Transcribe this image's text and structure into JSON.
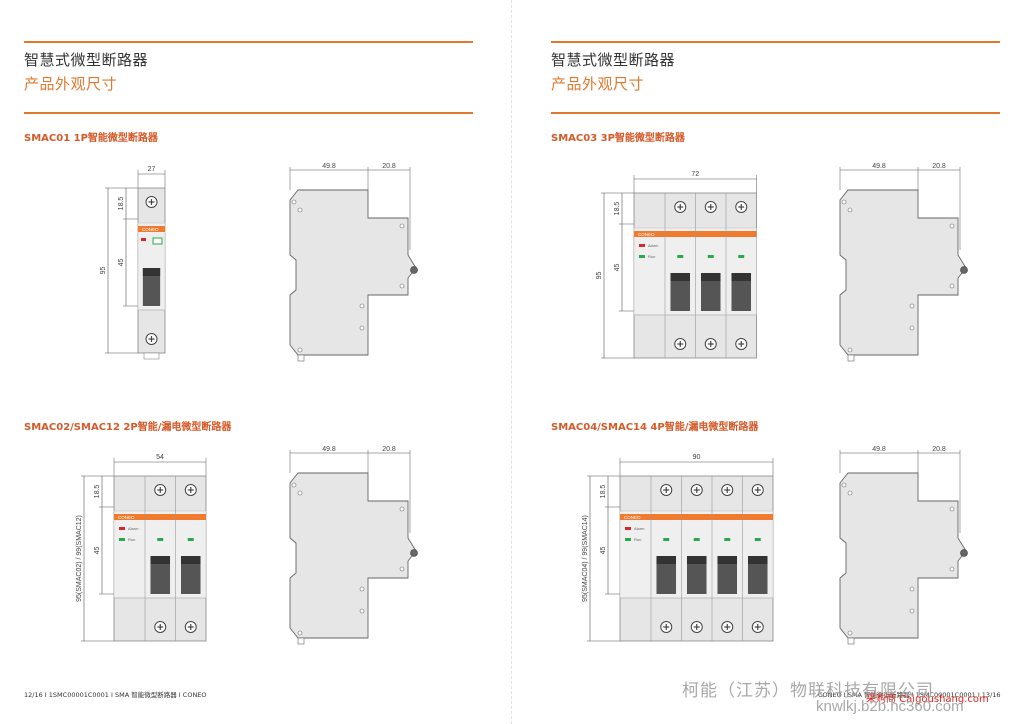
{
  "pages": [
    {
      "title": "智慧式微型断路器",
      "subtitle": "产品外观尺寸",
      "sections": [
        {
          "title": "SMAC01 1P智能微型断路器",
          "front": {
            "poles": 1,
            "width": "27",
            "top": "18.5",
            "mid": "45",
            "height": "95"
          },
          "side": {
            "depth": "49.8",
            "ext": "20.8"
          }
        },
        {
          "title": "SMAC02/SMAC12 2P智能/漏电微型断路器",
          "front": {
            "poles": 2,
            "width": "54",
            "top": "18.5",
            "mid": "45",
            "height": "95(SMAC02) / 99(SMAC12)"
          },
          "side": {
            "depth": "49.8",
            "ext": "20.8"
          }
        }
      ],
      "footer": "12/16 I 1SMC00001C0001 I SMA 智能微型断路器 I CONEO"
    },
    {
      "title": "智慧式微型断路器",
      "subtitle": "产品外观尺寸",
      "sections": [
        {
          "title": "SMAC03 3P智能微型断路器",
          "front": {
            "poles": 3,
            "width": "72",
            "top": "18.5",
            "mid": "45",
            "height": "95"
          },
          "side": {
            "depth": "49.8",
            "ext": "20.8"
          }
        },
        {
          "title": "SMAC04/SMAC14 4P智能/漏电微型断路器",
          "front": {
            "poles": 4,
            "width": "90",
            "top": "18.5",
            "mid": "45",
            "height": "95(SMAC04) / 99(SMAC14)"
          },
          "side": {
            "depth": "49.8",
            "ext": "20.8"
          }
        }
      ],
      "footer": "CONEO I SMA 智能微型断路器 I 1SMC00001C0001 I 13/16"
    }
  ],
  "labels": {
    "brand": "CONEO",
    "alarm": "Alarm",
    "run": "Run"
  },
  "watermark": {
    "company": "柯能（江苏）物联科技有限公司",
    "url": "knwlkj.b2b.hc360.com",
    "site": "采购商 Caigoushang.com"
  },
  "colors": {
    "accent": "#e0792f",
    "section_title": "#d45a2a",
    "body": "#e6e6e6",
    "band": "#f07a2e",
    "led_green": "#2aa84a",
    "led_red": "#d22a2a"
  }
}
